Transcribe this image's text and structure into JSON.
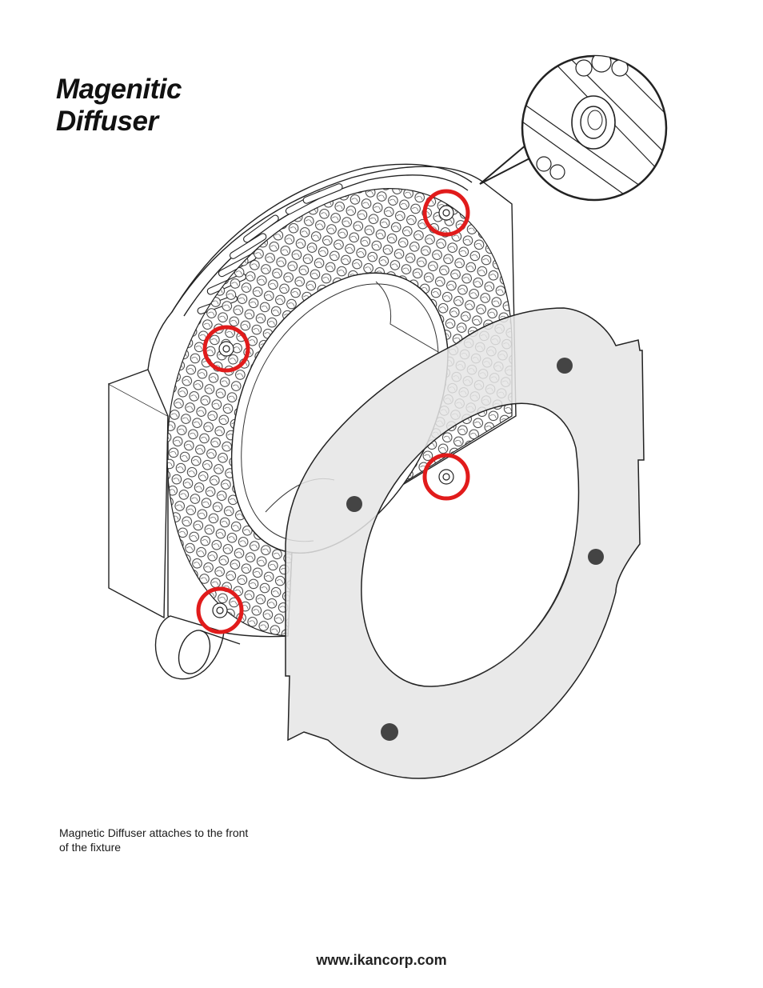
{
  "title": {
    "line1": "Magenitic",
    "line2": "Diffuser"
  },
  "caption": "Magnetic Diffuser attaches to the front of the fixture",
  "footer": {
    "url": "www.ikancorp.com"
  },
  "colors": {
    "highlight_circle": "#e11b1b",
    "diffuser_fill": "#e8e8e8",
    "magnet_dot": "#4a4a4a",
    "line_art": "#222222"
  },
  "icons": {
    "magnet_callout": "magnet-socket-detail-icon",
    "led_ring": "led-ring-light-icon"
  }
}
